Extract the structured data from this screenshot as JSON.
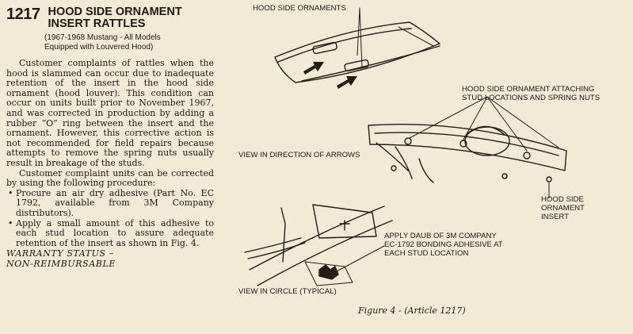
{
  "article": {
    "number": "1217",
    "title_lines": [
      "HOOD SIDE ORNAMENT",
      "INSERT RATTLES"
    ],
    "subtitle_lines": [
      "(1967-1968 Mustang - All Models",
      "Equipped with Louvered Hood)"
    ],
    "paragraphs": [
      "Customer complaints of rattles when the hood is slammed can occur due to inadequate retention of the insert in the hood side ornament (hood louver). This condition can occur on units built prior to November 1967, and was corrected in production by adding a rubber “O” ring between the insert and the ornament. However, this corrective action is not recommended for field repairs because attempts to remove the spring nuts usually result in breakage of the studs.",
      "Customer complaint units can be corrected by using the following procedure:"
    ],
    "bullets": [
      "Procure an air dry adhesive (Part No. EC 1792, available from 3M Company distributors).",
      "Apply a small amount of this adhesive to each stud location to assure adequate retention of the insert as shown in Fig. 4."
    ],
    "warranty_lines": [
      "WARRANTY STATUS –",
      "NON-REIMBURSABLE"
    ]
  },
  "figure": {
    "labels": {
      "hood_side_ornaments": "HOOD SIDE ORNAMENTS",
      "attaching_lines": [
        "HOOD SIDE ORNAMENT ATTACHING",
        "STUD LOCATIONS AND SPRING NUTS"
      ],
      "view_arrows": "VIEW IN DIRECTION OF ARROWS",
      "insert_lines": [
        "HOOD SIDE",
        "ORNAMENT",
        "INSERT"
      ],
      "adhesive_lines": [
        "APPLY DAUB OF 3M COMPANY",
        "EC-1792 BONDING ADHESIVE AT",
        "EACH STUD LOCATION"
      ],
      "view_circle": "VIEW IN CIRCLE (TYPICAL)"
    },
    "caption": "Figure 4 - (Article 1217)"
  }
}
